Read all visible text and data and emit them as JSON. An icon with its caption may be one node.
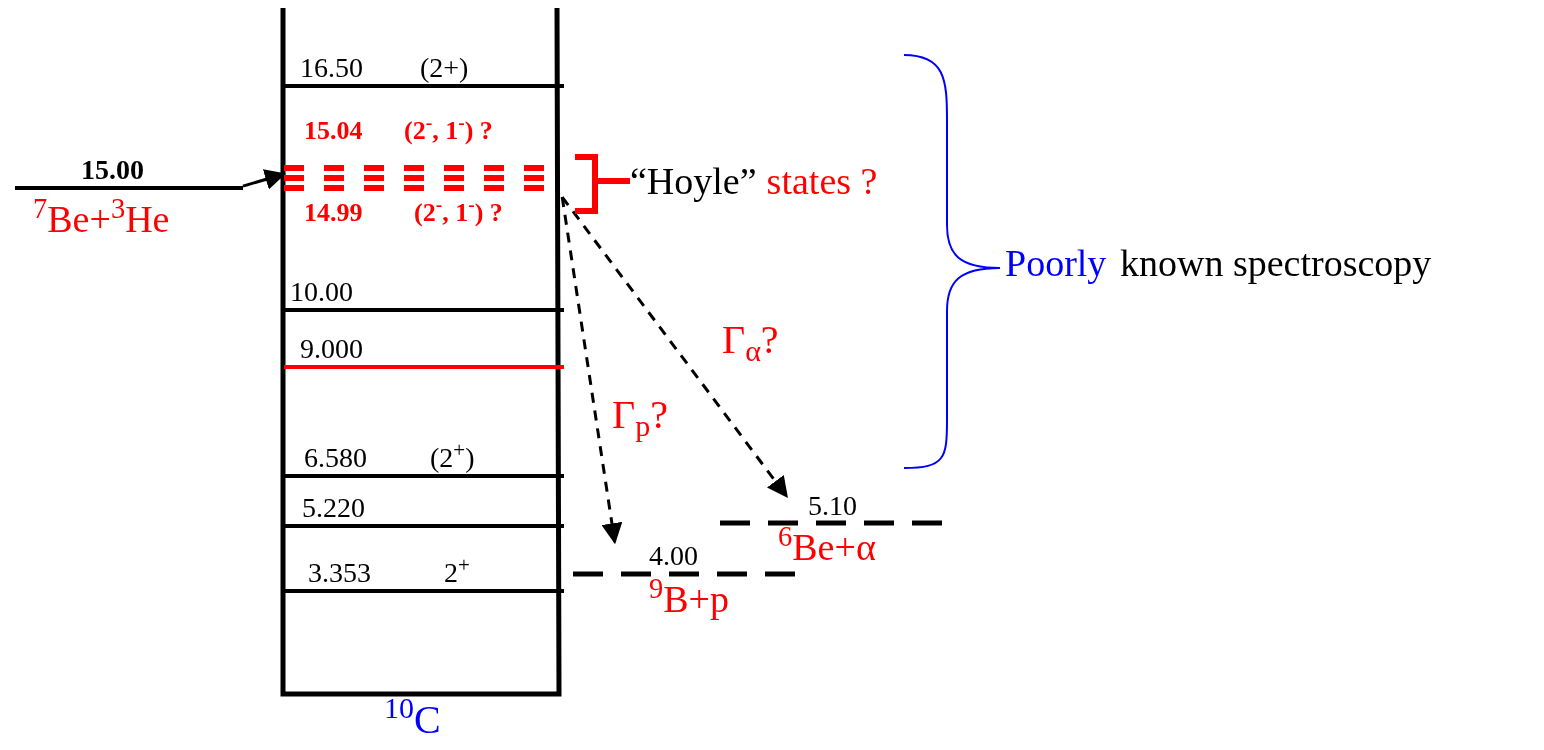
{
  "diagram": {
    "nodes": [
      {
        "text": [
          "$^{10}$C"
        ]
      },
      {
        "text": [
          "16.50",
          "(2+)"
        ],
        "in": 0
      },
      {
        "text": [
          "15.04",
          "(2$^{-}$, 1$^{-}$) ?",
          "14.99",
          "(2$^{-}$, 1$^{-}$) ?"
        ],
        "in": 0
      },
      {
        "text": [
          "10.00"
        ],
        "in": 0
      },
      {
        "text": [
          "9.000"
        ],
        "in": 0
      },
      {
        "text": [
          "6.580",
          "(2$^{+}$)"
        ],
        "in": 0
      },
      {
        "text": [
          "5.220"
        ],
        "in": 0
      },
      {
        "text": [
          "3.353",
          "2$^{+}$"
        ],
        "in": 0
      },
      {
        "text": [
          "15.00",
          "$^{7}$Be+$^{3}$He"
        ]
      },
      {
        "text": [
          "4.00",
          "$^{9}$B+p"
        ]
      },
      {
        "text": [
          "5.10",
          "$^{6}$Be+α"
        ]
      },
      {
        "text": [
          "“Hoyle”",
          "states ?"
        ]
      }
    ],
    "edges": [
      {
        "from": 8,
        "to": 2,
        "arrow": "to"
      },
      {
        "from": 2,
        "to": 9,
        "arrow": "to",
        "style": "dashed",
        "label": "Γ$_{p}$?"
      },
      {
        "from": 2,
        "to": 10,
        "arrow": "to",
        "style": "dashed",
        "label": "Γ$_{α}$?"
      },
      {
        "from": 11,
        "to": 2,
        "arrow": "none",
        "style": "thick",
        "color": "#ff0000"
      }
    ],
    "labels": [
      "Poorly",
      "known spectroscopy"
    ]
  }
}
